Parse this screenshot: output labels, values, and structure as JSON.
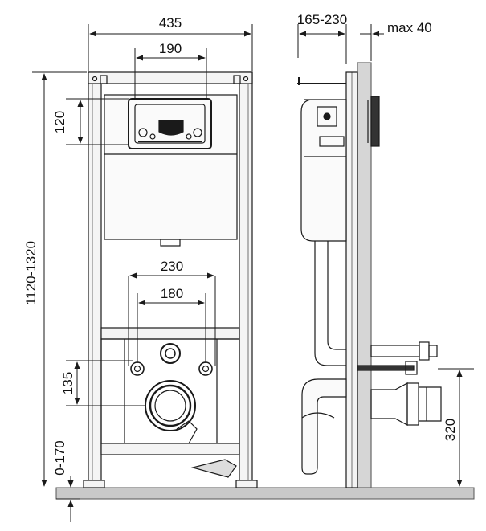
{
  "front_view": {
    "width_label": "435",
    "panel_width_label": "190",
    "panel_height_label": "120",
    "total_height_label": "1120-1320",
    "outer_bolt_spacing_label": "230",
    "inner_bolt_spacing_label": "180",
    "bolt_height_label": "135",
    "foot_adjust_label": "0-170"
  },
  "side_view": {
    "depth_label": "165-230",
    "wall_label": "max 40",
    "outlet_height_label": "320"
  },
  "colors": {
    "line": "#1a1a1a",
    "wall_fill": "#d6d6d6",
    "floor_fill": "#c9c9c9",
    "frame_fill": "#f4f4f4"
  }
}
